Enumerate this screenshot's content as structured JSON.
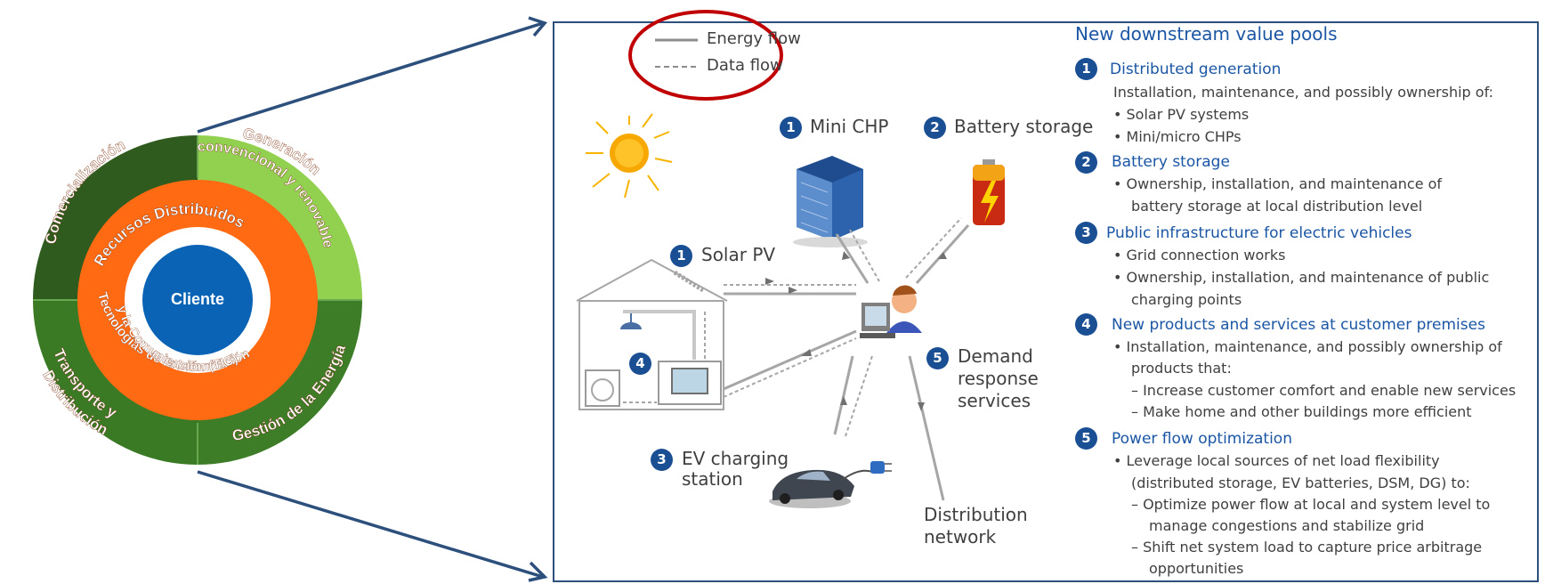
{
  "wheel": {
    "center": "Cliente",
    "inner_ring_top": "Recursos Distribuidos",
    "inner_ring_bottom_1": "Tecnologías de la Información",
    "inner_ring_bottom_2": "y la Comunicación (TIC)",
    "outer": {
      "comercializacion": "Comercialización",
      "generacion_1": "Generación",
      "generacion_2": "convencional y renovable",
      "gestion": "Gestión de la Energía",
      "transporte_1": "Transporte y",
      "transporte_2": "Distribución"
    },
    "colors": {
      "dark_green": "#2f5f1e",
      "mid_green": "#3b7d25",
      "light_green": "#92d050",
      "orange": "#ff6a13",
      "blue": "#0066b3"
    }
  },
  "legend": {
    "energy_flow": "Energy flow",
    "data_flow": "Data flow"
  },
  "diagram": {
    "mini_chp": {
      "num": "1",
      "label": "Mini CHP"
    },
    "battery_storage": {
      "num": "2",
      "label": "Battery storage"
    },
    "solar_pv": {
      "num": "1",
      "label": "Solar PV"
    },
    "home_products": {
      "num": "4"
    },
    "demand_response": {
      "num": "5",
      "line1": "Demand",
      "line2": "response",
      "line3": "services"
    },
    "ev_charging": {
      "num": "3",
      "line1": "EV charging",
      "line2": "station"
    },
    "distribution": {
      "line1": "Distribution",
      "line2": "network"
    }
  },
  "value_pools": {
    "title": "New downstream value pools",
    "items": [
      {
        "num": "1",
        "title": "Distributed generation",
        "lines": [
          "Installation, maintenance, and possibly ownership of:",
          "• Solar PV systems",
          "• Mini/micro CHPs"
        ]
      },
      {
        "num": "2",
        "title": "Battery storage",
        "lines": [
          "• Ownership, installation, and maintenance of",
          "battery storage at local distribution level"
        ]
      },
      {
        "num": "3",
        "title": "Public infrastructure for electric vehicles",
        "lines": [
          "• Grid connection works",
          "• Ownership, installation, and maintenance of public",
          "charging points"
        ]
      },
      {
        "num": "4",
        "title": "New products and services at customer premises",
        "lines": [
          "• Installation, maintenance, and possibly ownership of",
          "products that:",
          "– Increase customer comfort and enable new services",
          "– Make home and other buildings more efficient"
        ]
      },
      {
        "num": "5",
        "title": "Power flow optimization",
        "lines": [
          "• Leverage local sources of net load flexibility",
          "(distributed storage, EV batteries, DSM, DG) to:",
          "– Optimize power flow at local and system level to",
          "manage congestions and stabilize grid",
          "– Shift net system load to capture price arbitrage",
          "opportunities"
        ]
      }
    ]
  }
}
